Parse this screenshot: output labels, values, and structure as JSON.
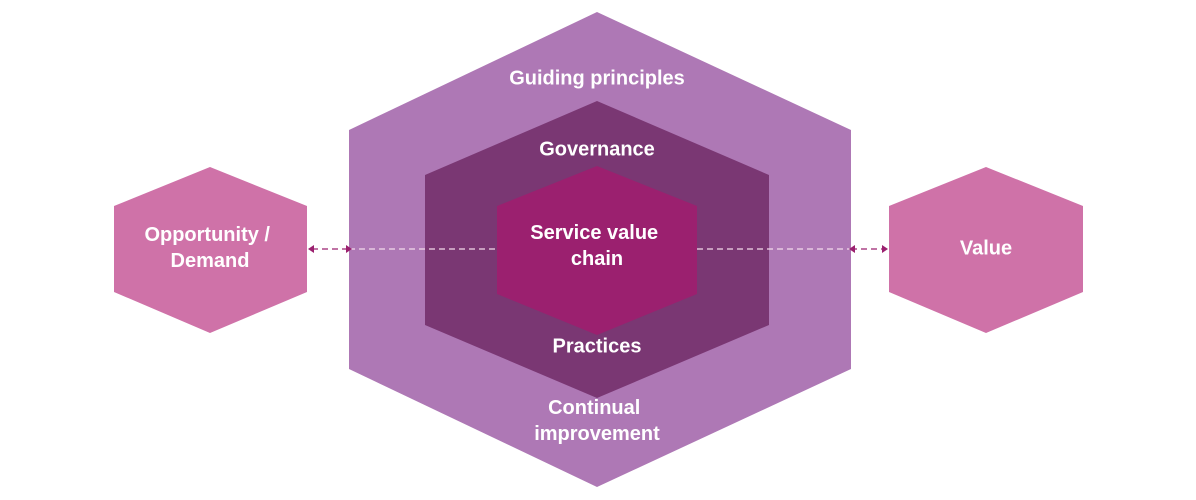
{
  "labels": {
    "guiding_principles": "Guiding principles",
    "governance": "Governance",
    "service_value_chain_line1": "Service value",
    "service_value_chain_line2": "chain",
    "practices": "Practices",
    "continual_improvement_line1": "Continual",
    "continual_improvement_line2": "improvement",
    "opportunity_line1": "Opportunity /",
    "opportunity_line2": "Demand",
    "value": "Value"
  },
  "colors": {
    "outer_hexagon": "#ae78b5",
    "middle_hexagon": "#7a3773",
    "inner_hexagon": "#9b206f",
    "side_hexagons": "#cf72a8",
    "connector": "#9b206f",
    "text": "#ffffff"
  }
}
